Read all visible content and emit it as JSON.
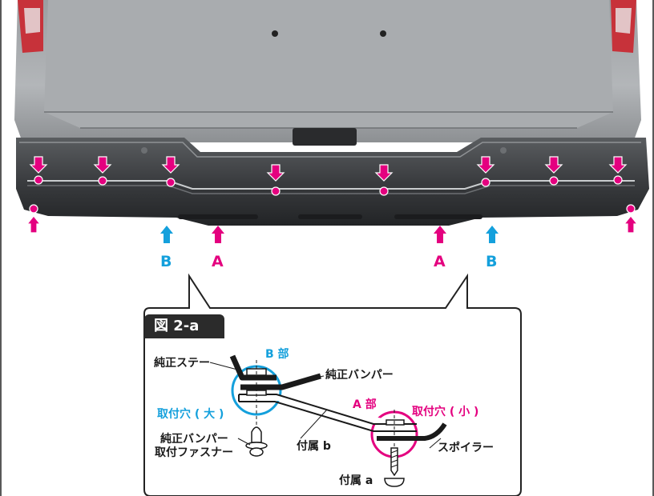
{
  "colors": {
    "magenta": "#e4007f",
    "cyan": "#14a0dc",
    "truck_body": "#a7aaad",
    "bumper": "#3f4245"
  },
  "arrow_labels": {
    "b_left": "B",
    "a_left": "A",
    "a_right": "A",
    "b_right": "B"
  },
  "callout": {
    "figure_title": "図 2-a",
    "b_part": "B 部",
    "a_part": "A 部",
    "oem_stay": "純正ステー",
    "oem_bumper": "純正バンパー",
    "hole_large": "取付穴 ( 大 )",
    "hole_small": "取付穴 ( 小 )",
    "fastener_line1": "純正バンパー",
    "fastener_line2": "取付ファスナー",
    "accessory_b": "付属 b",
    "spoiler": "スポイラー",
    "accessory_a": "付属 a"
  }
}
